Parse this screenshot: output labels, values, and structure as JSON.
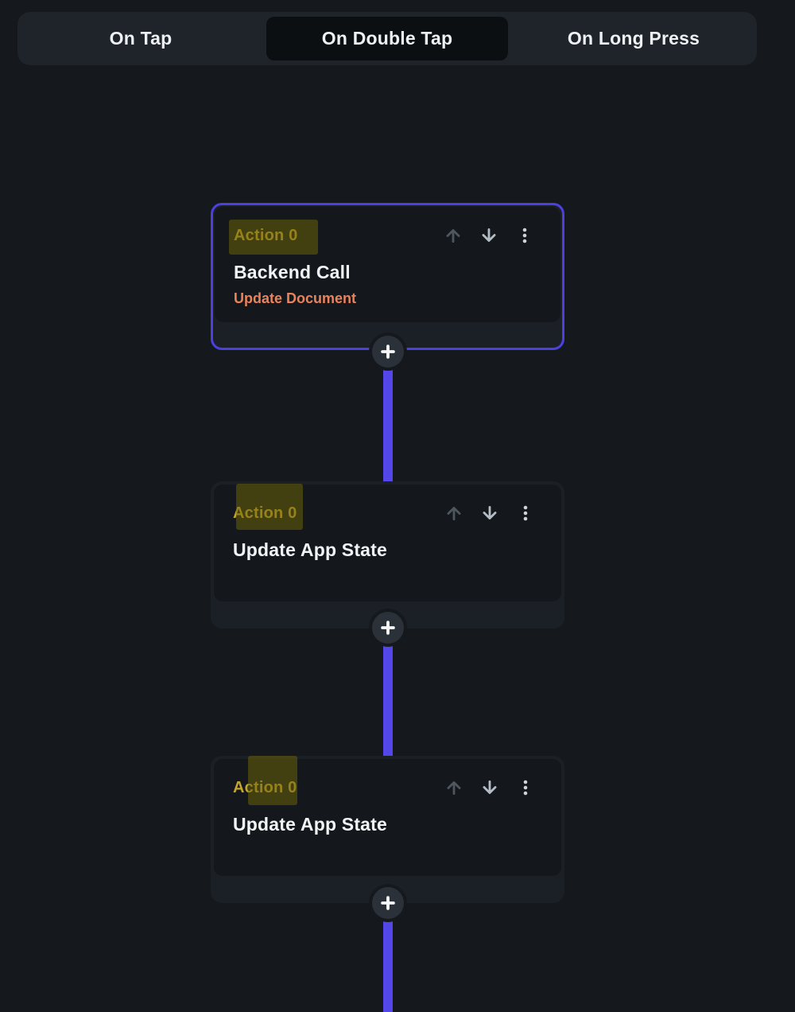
{
  "colors": {
    "background": "#15191d",
    "accent_indigo": "#5347e9",
    "selected_card_border": "#4c41e0",
    "action_label_gold": "#c4a42e",
    "subtitle_orange": "#e8835c",
    "title_white": "#f2f4f6",
    "tabbar_bg": "#1f242a",
    "selected_tab_bg": "#0c0f12"
  },
  "tabbar": {
    "tabs": [
      {
        "label": "On Tap",
        "selected": false
      },
      {
        "label": "On Double Tap",
        "selected": true
      },
      {
        "label": "On Long Press",
        "selected": false
      }
    ]
  },
  "flow": {
    "cards": [
      {
        "label": "Action 0",
        "title": "Backend Call",
        "subtitle": "Update Document",
        "selected": true
      },
      {
        "label": "Action 0",
        "title": "Update App State",
        "selected": false
      },
      {
        "label": "Action 0",
        "title": "Update App State",
        "selected": false
      }
    ],
    "icons": {
      "move_up": "arrow-up-icon",
      "move_down": "arrow-down-icon",
      "menu": "kebab-menu-icon",
      "add": "plus-icon"
    }
  }
}
